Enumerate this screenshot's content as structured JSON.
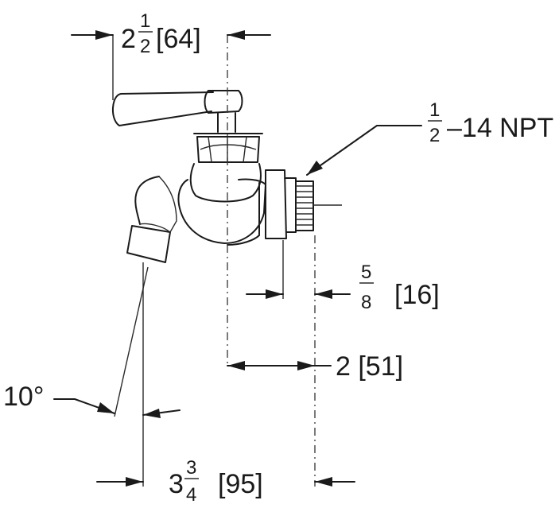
{
  "dimensions": {
    "handle_offset": {
      "whole": "2",
      "num": "1",
      "den": "2",
      "metric": "[64]"
    },
    "thread_spec": {
      "num": "1",
      "den": "2",
      "rest": "–14 NPT"
    },
    "thread_length": {
      "num": "5",
      "den": "8",
      "metric": "[16]"
    },
    "outlet_to_center": {
      "text": "2 [51]"
    },
    "spout_angle": {
      "text": "10°"
    },
    "overall_length": {
      "whole": "3",
      "num": "3",
      "den": "4",
      "metric": "[95]"
    }
  }
}
